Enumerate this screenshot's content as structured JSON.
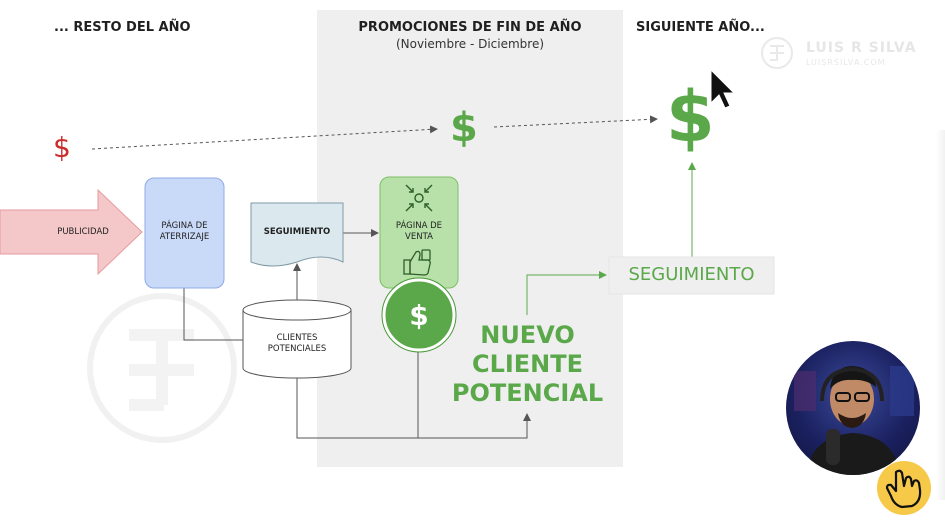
{
  "columns": {
    "left_header": "... RESTO DEL AÑO",
    "middle_header": "PROMOCIONES DE FIN DE AÑO",
    "middle_subheader": "(Noviembre - Diciembre)",
    "right_header": "SIGUIENTE AÑO..."
  },
  "diagram": {
    "publicidad": "PUBLICIDAD",
    "landing_line1": "PÁGINA DE",
    "landing_line2": "ATERRIZAJE",
    "seguimiento_small": "SEGUIMIENTO",
    "sales_line1": "PÁGINA DE",
    "sales_line2": "VENTA",
    "clientes_line1": "CLIENTES",
    "clientes_line2": "POTENCIALES",
    "nuevo_line1": "NUEVO",
    "nuevo_line2": "CLIENTE",
    "nuevo_line3": "POTENCIAL",
    "seguimiento_big": "SEGUIMIENTO",
    "dollar": "$"
  },
  "watermark": {
    "line1": "LUIS R SILVA",
    "line2": "LUISRSILVA.COM"
  },
  "colors": {
    "green": "#5aa84a",
    "red": "#cc2b2b",
    "gray_panel": "#efefef",
    "blue_box": "#c9d9f8",
    "pink_arrow": "#f4c7c9"
  },
  "icons": [
    "cursor-icon",
    "hand-pointer-icon",
    "thumbs-up-icon",
    "compress-arrows-icon",
    "logo-watermark"
  ]
}
